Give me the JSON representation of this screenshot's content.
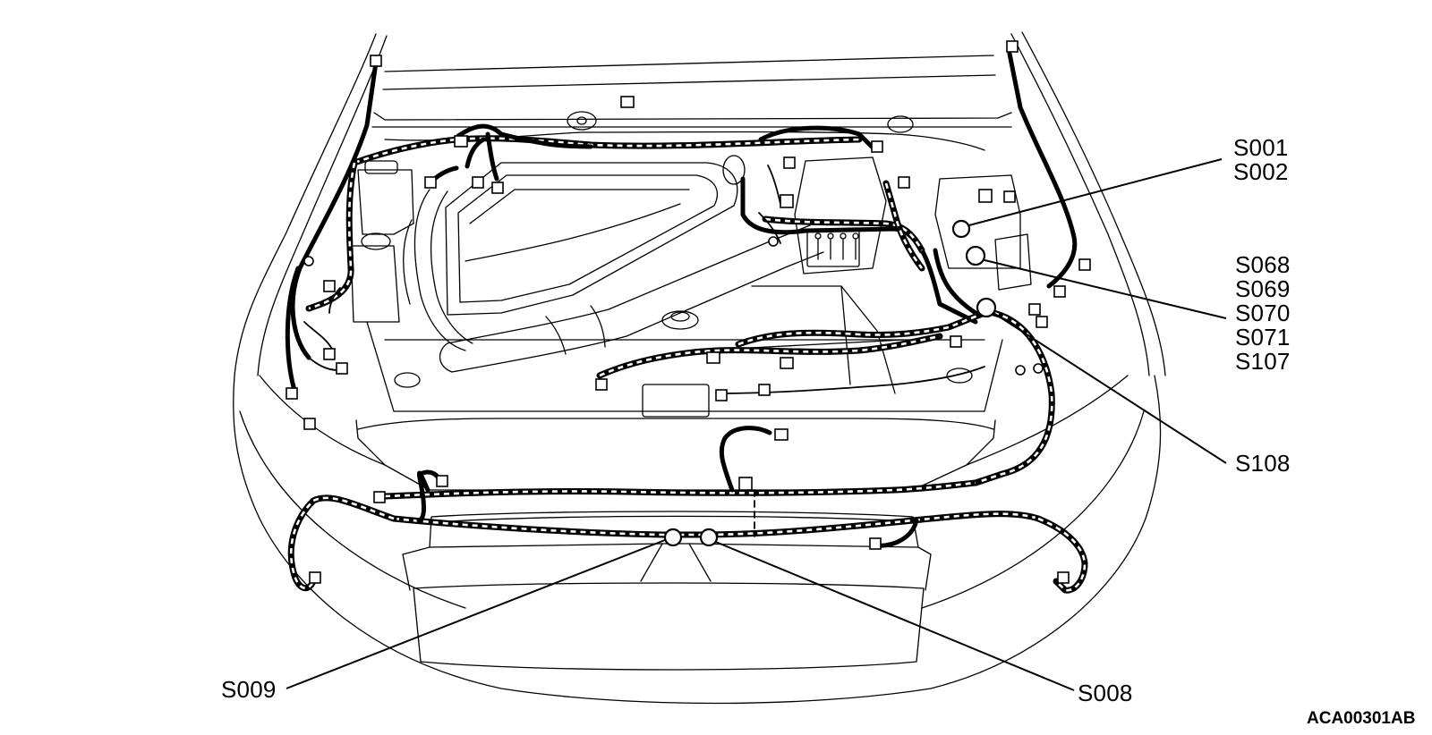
{
  "diagram": {
    "figure_code": "ACA00301AB",
    "splice_labels": {
      "group_top": [
        "S001",
        "S002"
      ],
      "group_mid": [
        "S068",
        "S069",
        "S070",
        "S071",
        "S107"
      ],
      "single_right": "S108",
      "bottom_left": "S009",
      "bottom_right": "S008"
    }
  }
}
